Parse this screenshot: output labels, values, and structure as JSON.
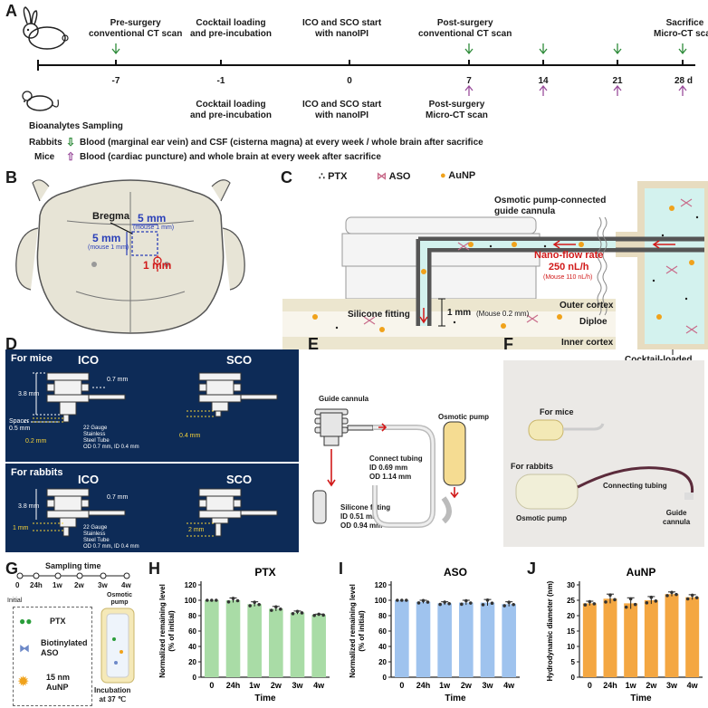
{
  "panels": {
    "A": "A",
    "B": "B",
    "C": "C",
    "D": "D",
    "E": "E",
    "F": "F",
    "G": "G",
    "H": "H",
    "I": "I",
    "J": "J"
  },
  "timeline": {
    "ticks": [
      "-7",
      "-1",
      "0",
      "7",
      "14",
      "21",
      "28 d"
    ],
    "top_labels": [
      "Pre-surgery\nconventional CT scan",
      "Cocktail loading\nand pre-incubation",
      "ICO and SCO start\nwith nanoIPI",
      "Post-surgery\nconventional CT scan",
      "Sacrifice\nMicro-CT scan"
    ],
    "bottom_labels": [
      "Cocktail loading\nand pre-incubation",
      "ICO and SCO start\nwith nanoIPI",
      "Post-surgery\nMicro-CT scan"
    ],
    "sampling_title": "Bioanalytes Sampling",
    "rabbits_label": "Rabbits",
    "rabbits_text": "Blood (marginal ear vein) and CSF (cisterna magna) at every week / whole brain after sacrifice",
    "mice_label": "Mice",
    "mice_text": "Blood (cardiac puncture) and whole brain at every week after sacrifice"
  },
  "panelB": {
    "bregma": "Bregma",
    "mm5_a": "5 mm",
    "mouse_a": "(mouse 1 mm)",
    "mm5_b": "5 mm",
    "mouse_b": "(mouse 1 mm)",
    "mm1": "1 mm"
  },
  "panelC": {
    "legend": [
      "PTX",
      "ASO",
      "AuNP"
    ],
    "cannula": "Osmotic pump-connected\nguide cannula",
    "flow": "Nano-flow rate\n250 nL/h",
    "flow_mouse": "(Mouse 110 nL/h)",
    "outer": "Outer cortex",
    "diploe": "Diploe",
    "inner": "Inner cortex",
    "silicone": "Silicone fitting",
    "mm1": "1 mm",
    "mm1_mouse": "(Mouse 0.2 mm)",
    "pump": "Cocktail-loaded\nosmotic pump"
  },
  "panelD": {
    "mice_title": "For mice",
    "rabbit_title": "For rabbits",
    "ico": "ICO",
    "sco": "SCO",
    "d07": "0.7 mm",
    "d38": "3.8 mm",
    "spacer": "Spacer\n0.5 mm",
    "d02": "0.2 mm",
    "d04": "0.4 mm",
    "d1": "1 mm",
    "d2": "2 mm",
    "gauge": "22 Gauge\nStainless\nSteel Tube\nOD 0.7 mm, ID 0.4 mm",
    "gauge2": "22 Gauge\nStainless\nSteel Tube\nOD 0.7 mm, ID 0.4 mm"
  },
  "panelE": {
    "guide": "Guide cannula",
    "pump": "Osmotic pump",
    "tubing": "Connect tubing\nID 0.69 mm\nOD 1.14 mm",
    "silicone": "Silicone fitting\nID 0.51 mm\nOD 0.94 mm"
  },
  "panelF": {
    "mice": "For mice",
    "rabbits": "For rabbits",
    "tubing": "Connecting tubing",
    "pump": "Osmotic pump",
    "guide": "Guide\ncannula"
  },
  "panelG": {
    "sampling": "Sampling time",
    "times": [
      "0",
      "24h",
      "1w",
      "2w",
      "3w",
      "4w"
    ],
    "initial": "Initial",
    "osmotic": "Osmotic\npump",
    "ptx": "PTX",
    "aso": "Biotinylated\nASO",
    "aunp": "15 nm\nAuNP",
    "incubation": "Incubation\nat 37 ℃"
  },
  "chart_data": [
    {
      "type": "bar",
      "title": "PTX",
      "categories": [
        "0",
        "24h",
        "1w",
        "2w",
        "3w",
        "4w"
      ],
      "values": [
        100,
        100,
        95,
        89,
        84,
        81
      ],
      "errors": [
        0,
        3,
        3,
        3,
        2,
        1
      ],
      "xlabel": "Time",
      "ylabel": "Normalized remaining level\n(% of initial)",
      "ylim": [
        0,
        120
      ],
      "yticks": [
        0,
        20,
        40,
        60,
        80,
        100,
        120
      ],
      "color": "#a9dca6"
    },
    {
      "type": "bar",
      "title": "ASO",
      "categories": [
        "0",
        "24h",
        "1w",
        "2w",
        "3w",
        "4w"
      ],
      "values": [
        100,
        98,
        96,
        97,
        97,
        95
      ],
      "errors": [
        0,
        2,
        2,
        3,
        4,
        3
      ],
      "xlabel": "Time",
      "ylabel": "Normalized remaining level\n(% of initial)",
      "ylim": [
        0,
        120
      ],
      "yticks": [
        0,
        20,
        40,
        60,
        80,
        100,
        120
      ],
      "color": "#9fc3ee"
    },
    {
      "type": "bar",
      "title": "AuNP",
      "categories": [
        "0",
        "24h",
        "1w",
        "2w",
        "3w",
        "4w"
      ],
      "values": [
        24,
        25.5,
        24,
        25,
        27,
        26
      ],
      "errors": [
        0.7,
        1.5,
        1.8,
        1.2,
        0.7,
        0.8
      ],
      "xlabel": "Time",
      "ylabel": "Hydrodynamic diameter (nm)",
      "ylim": [
        0,
        30
      ],
      "yticks": [
        0,
        5,
        10,
        15,
        20,
        25,
        30
      ],
      "color": "#f4a742"
    }
  ]
}
